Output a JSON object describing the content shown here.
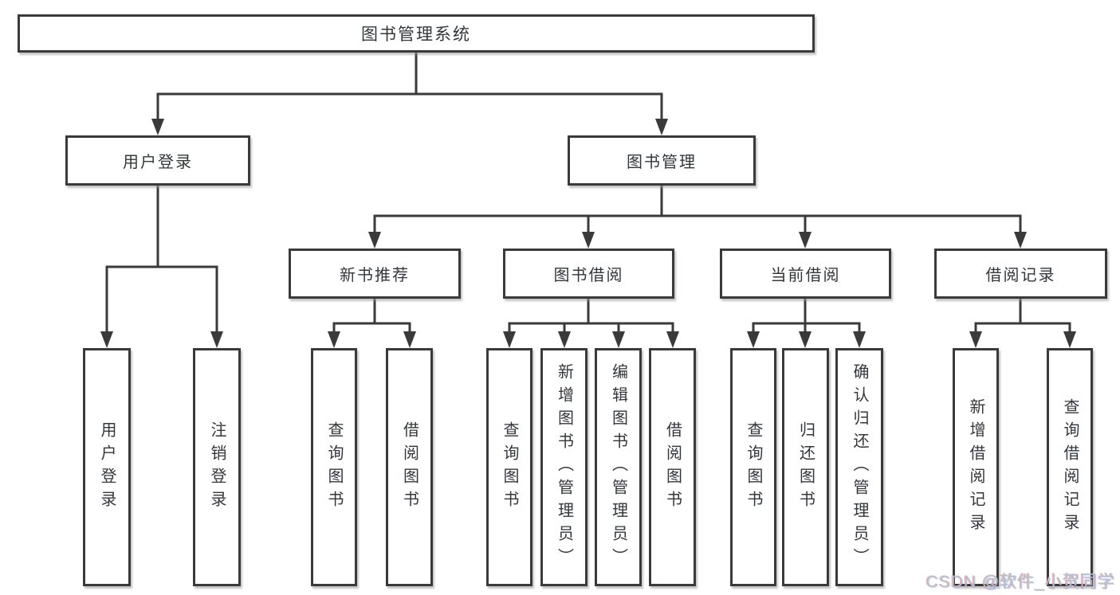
{
  "page": {
    "background": "#ffffff"
  },
  "colors": {
    "box_border": "#3a3a3a",
    "box_fill": "#ffffff",
    "text": "#33363b",
    "connector": "#3a3a3a",
    "watermark": "#b9c0ca"
  },
  "diagram": {
    "root": {
      "label": "图书管理系统"
    },
    "level2": [
      {
        "label": "用户登录"
      },
      {
        "label": "图书管理"
      }
    ],
    "level3": [
      {
        "label": "新书推荐"
      },
      {
        "label": "图书借阅"
      },
      {
        "label": "当前借阅"
      },
      {
        "label": "借阅记录"
      }
    ],
    "leaves": {
      "user_login": [
        "用户登录",
        "注销登录"
      ],
      "new_book": [
        "查询图书",
        "借阅图书"
      ],
      "book_borrow": [
        "查询图书",
        "新增图书（管理员）",
        "编辑图书（管理员）",
        "借阅图书"
      ],
      "current_borrow": [
        "查询图书",
        "归还图书",
        "确认归还（管理员）"
      ],
      "borrow_records": [
        "新增借阅记录",
        "查询借阅记录"
      ]
    }
  },
  "watermark": {
    "text": "CSDN @软件_小贺同学"
  }
}
